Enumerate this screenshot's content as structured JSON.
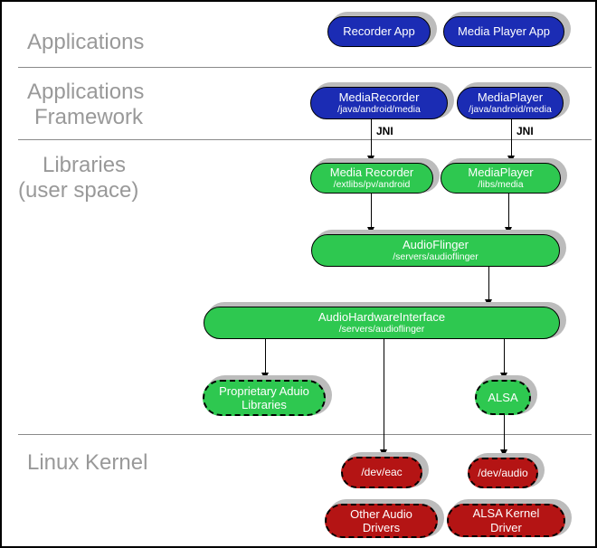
{
  "colors": {
    "blue": "#1b2cb4",
    "green": "#2ec850",
    "red": "#b41414",
    "label-gray": "#999999",
    "line-gray": "#8a8a8a",
    "shadow": "#bcbcbc"
  },
  "section_labels": {
    "applications": "Applications",
    "framework_line1": "Applications",
    "framework_line2": "Framework",
    "libraries_line1": "Libraries",
    "libraries_line2": "(user space)",
    "kernel": "Linux Kernel"
  },
  "edges": {
    "jni_left": "JNI",
    "jni_right": "JNI"
  },
  "nodes": {
    "recorder_app": {
      "label": "Recorder App"
    },
    "media_player_app": {
      "label": "Media Player App"
    },
    "media_recorder_fw": {
      "label": "MediaRecorder",
      "sublabel": "/java/android/media"
    },
    "media_player_fw": {
      "label": "MediaPlayer",
      "sublabel": "/java/android/media"
    },
    "media_recorder_lib": {
      "label": "Media Recorder",
      "sublabel": "/extlibs/pv/android"
    },
    "media_player_lib": {
      "label": "MediaPlayer",
      "sublabel": "/libs/media"
    },
    "audio_flinger": {
      "label": "AudioFlinger",
      "sublabel": "/servers/audioflinger"
    },
    "audio_hardware_interface": {
      "label": "AudioHardwareInterface",
      "sublabel": "/servers/audioflinger"
    },
    "proprietary_audio_libraries": {
      "label": "Proprietary Aduio Libraries"
    },
    "alsa": {
      "label": "ALSA"
    },
    "dev_eac": {
      "label": "/dev/eac"
    },
    "dev_audio": {
      "label": "/dev/audio"
    },
    "other_audio_drivers": {
      "label": "Other Audio Drivers"
    },
    "alsa_kernel_driver": {
      "label": "ALSA Kernel Driver"
    }
  }
}
